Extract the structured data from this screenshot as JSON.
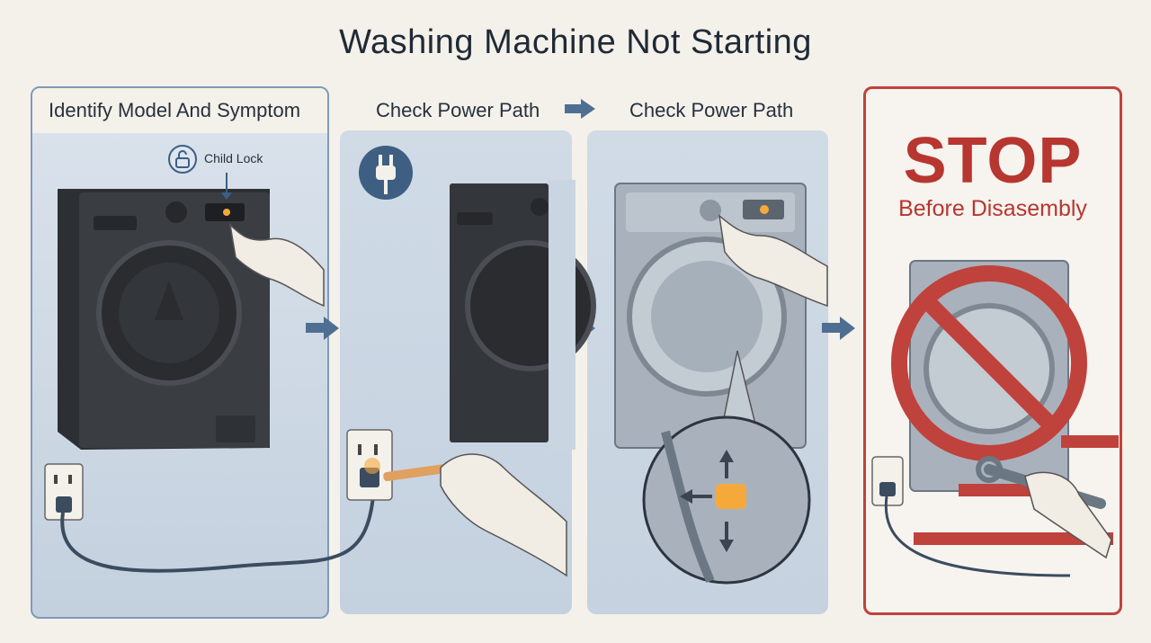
{
  "title": "Washing Machine Not Starting",
  "steps": [
    {
      "label": "Identify Model And Symptom"
    },
    {
      "label": "Check Power Path"
    },
    {
      "label": "Check Power Path"
    }
  ],
  "callout": {
    "child_lock": "Child Lock"
  },
  "warning": {
    "headline": "STOP",
    "subtitle": "Before Disasembly"
  },
  "colors": {
    "warning_red": "#b73630",
    "arrow_blue": "#4f6f92",
    "panel_blue": "#cbd6e2"
  },
  "icons": [
    "lock-icon",
    "plug-icon",
    "arrow-right-icon",
    "prohibited-icon",
    "wrench-icon"
  ]
}
